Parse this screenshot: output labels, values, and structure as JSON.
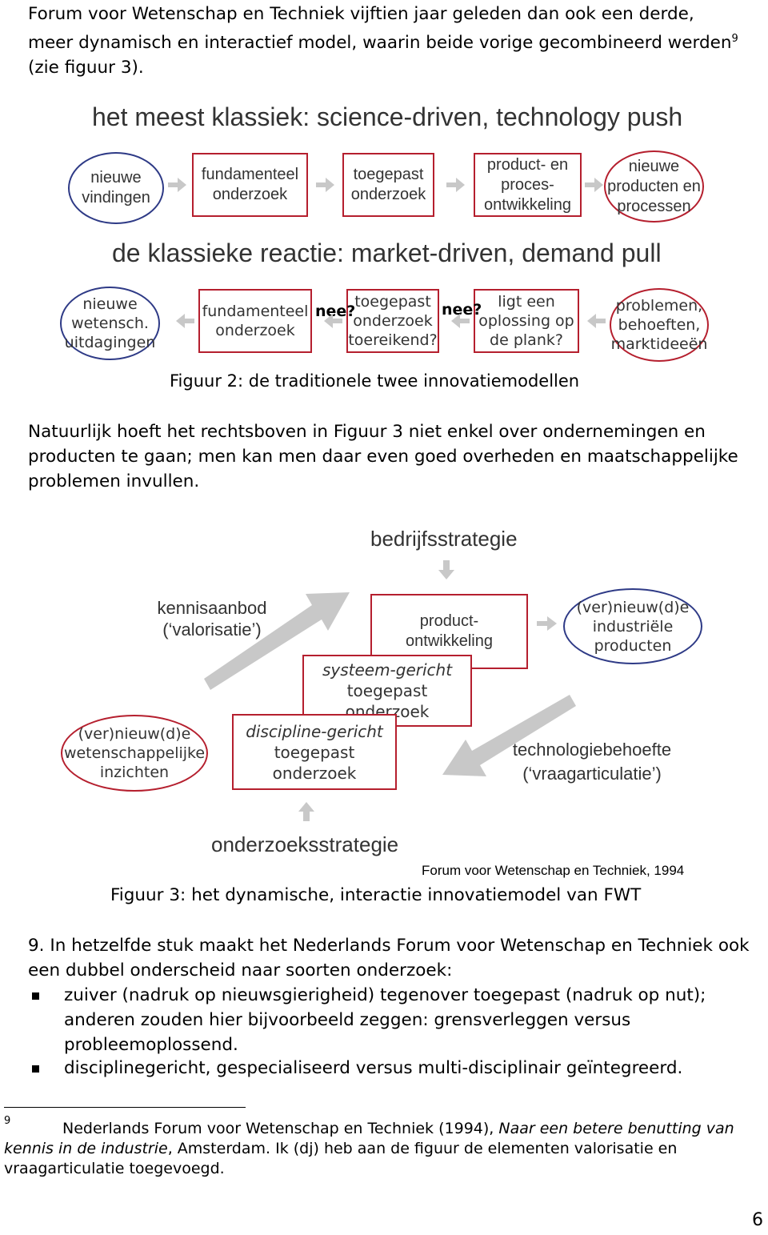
{
  "intro_paragraph": "Forum voor Wetenschap en Techniek vijftien jaar geleden dan ook een derde,\nmeer dynamisch en interactief model, waarin beide vorige gecombineerd werden",
  "intro_footnote_mark": "9",
  "intro_tail": "(zie figuur 3).",
  "fig2": {
    "title_push": "het meest klassiek: science-driven, technology push",
    "push_nodes": [
      "nieuwe\nvindingen",
      "fundamenteel\nonderzoek",
      "toegepast\nonderzoek",
      "product- en\nproces-\nontwikkeling",
      "nieuwe\nproducten en\nprocessen"
    ],
    "title_pull": "de klassieke reactie: market-driven, demand pull",
    "pull_nodes": [
      "nieuwe\nwetensch.\nuitdagingen",
      "fundamenteel\nonderzoek",
      "toegepast\nonderzoek\ntoereikend?",
      "ligt een\noplossing op\nde plank?",
      "problemen,\nbehoeften,\nmarktideeën"
    ],
    "nee_label": "nee?",
    "caption": "Figuur 2: de traditionele twee innovatiemodellen"
  },
  "paragraph2": "Natuurlijk hoeft het rechtsboven in Figuur 3 niet enkel over ondernemingen en producten te gaan; men kan men daar even goed overheden en maatschappelijke problemen invullen.",
  "fig3": {
    "bedrijfsstrategie": "bedrijfsstrategie",
    "kennisaanbod": "kennisaanbod\n(‘valorisatie’)",
    "productontwikkeling": "product-\nontwikkeling",
    "industriele": "(ver)nieuw(d)e\nindustriële\nproducten",
    "systeem_italic": "systeem-gericht",
    "systeem_text": "toegepast onderzoek",
    "wetenschappelijke": "(ver)nieuw(d)e\nwetenschappelijke\ninzichten",
    "discipline_italic": "discipline-gericht",
    "discipline_text": "toegepast onderzoek",
    "technologiebehoefte": "technologiebehoefte\n(‘vraagarticulatie’)",
    "onderzoeksstrategie": "onderzoeksstrategie",
    "source": "Forum voor Wetenschap en Techniek, 1994",
    "caption": "Figuur 3: het dynamische, interactie innovatiemodel van FWT"
  },
  "point9": "9. In hetzelfde stuk maakt het Nederlands Forum voor Wetenschap en Techniek ook een dubbel onderscheid naar soorten onderzoek:",
  "bullets": [
    "zuiver (nadruk op nieuwsgierigheid) tegenover toegepast (nadruk op nut); anderen zouden hier bijvoorbeeld zeggen: grensverleggen versus probleemoplossend.",
    "disciplinegericht, gespecialiseerd versus multi-disciplinair geïntegreerd."
  ],
  "footnote": {
    "number": "9",
    "text_plain": "Nederlands Forum voor Wetenschap en Techniek (1994), ",
    "text_italic": "Naar een betere benutting van kennis in de industrie",
    "text_tail": ", Amsterdam. Ik (dj) heb aan de figuur de elementen valorisatie en vraagarticulatie toegevoegd."
  },
  "page_number": "6"
}
